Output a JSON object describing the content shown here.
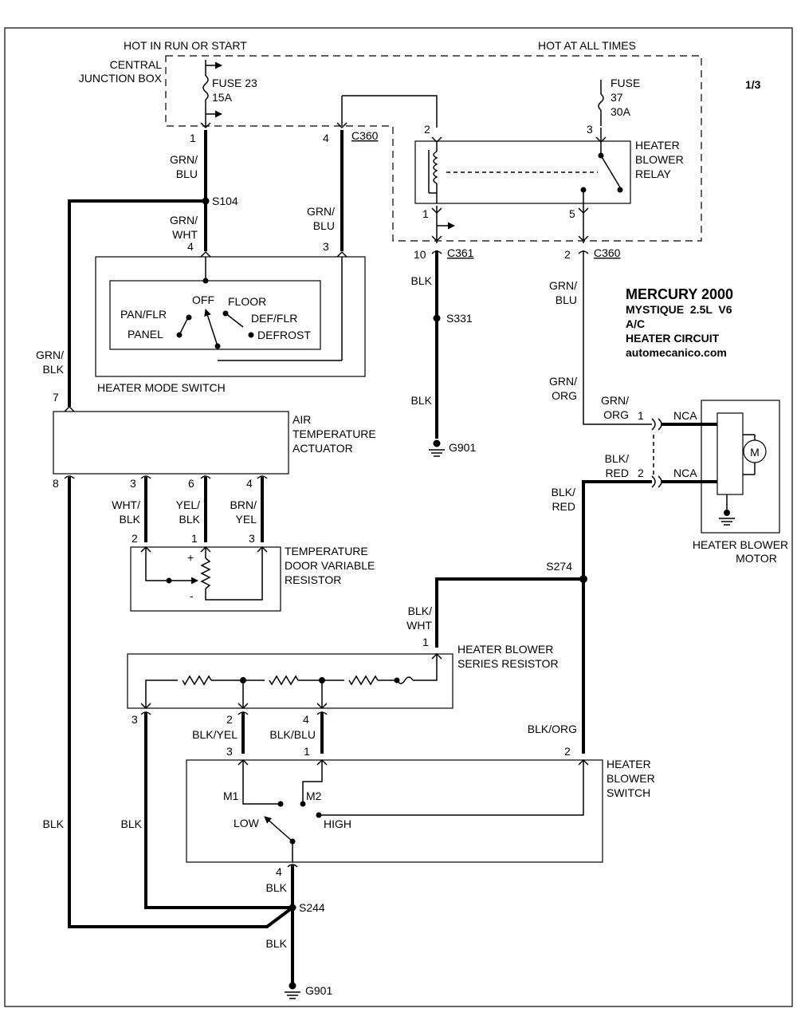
{
  "page_num": "1/3",
  "title": {
    "brand": "MERCURY 2000",
    "model": "MYSTIQUE  2.5L  V6",
    "system": "A/C",
    "circuit": "HEATER CIRCUIT",
    "website": "automecanico.com"
  },
  "power": {
    "hot_run_start": "HOT IN RUN OR START",
    "hot_all_times": "HOT AT ALL TIMES",
    "cjb_line1": "CENTRAL",
    "cjb_line2": "JUNCTION BOX",
    "fuse23_line1": "FUSE 23",
    "fuse23_line2": "15A",
    "fuse37_line1": "FUSE",
    "fuse37_line2": "37",
    "fuse37_line3": "30A"
  },
  "relay": {
    "line1": "HEATER",
    "line2": "BLOWER",
    "line3": "RELAY",
    "pin_2": "2",
    "pin_3": "3",
    "pin_1": "1",
    "pin_5": "5"
  },
  "connectors": {
    "c360_top": "C360",
    "c360_top_pin": "4",
    "cjb_pin1": "1",
    "c361": "C361",
    "c361_pin": "10",
    "c360_right": "C360",
    "c360_right_pin": "2"
  },
  "splices": {
    "s104": "S104",
    "s331": "S331",
    "s274": "S274",
    "s244": "S244"
  },
  "grounds": {
    "g901_a": "G901",
    "g901_b": "G901"
  },
  "wires": {
    "grn_blu_1a": "GRN/",
    "grn_blu_1b": "BLU",
    "grn_wht_a": "GRN/",
    "grn_wht_b": "WHT",
    "grn_blu_2a": "GRN/",
    "grn_blu_2b": "BLU",
    "blk_c361": "BLK",
    "blk_g901": "BLK",
    "grn_blu_3a": "GRN/",
    "grn_blu_3b": "BLU",
    "grn_org_1a": "GRN/",
    "grn_org_1b": "ORG",
    "grn_org_2a": "GRN/",
    "grn_org_2b": "ORG",
    "blk_red_1a": "BLK/",
    "blk_red_1b": "RED",
    "blk_red_2a": "BLK/",
    "blk_red_2b": "RED",
    "grn_blk_a": "GRN/",
    "grn_blk_b": "BLK",
    "wht_blk_a": "WHT/",
    "wht_blk_b": "BLK",
    "yel_blk_a": "YEL/",
    "yel_blk_b": "BLK",
    "brn_yel_a": "BRN/",
    "brn_yel_b": "YEL",
    "blk_wht_a": "BLK/",
    "blk_wht_b": "WHT",
    "blk_yel": "BLK/YEL",
    "blk_blu": "BLK/BLU",
    "blk_org": "BLK/ORG",
    "blk_left": "BLK",
    "blk_mid": "BLK",
    "blk_sw": "BLK",
    "blk_bottom": "BLK"
  },
  "mode_switch": {
    "name": "HEATER MODE SWITCH",
    "pin_4": "4",
    "pin_3": "3",
    "pan_flr": "PAN/FLR",
    "panel": "PANEL",
    "off": "OFF",
    "floor": "FLOOR",
    "def_flr": "DEF/FLR",
    "defrost": "DEFROST"
  },
  "actuator": {
    "line1": "AIR",
    "line2": "TEMPERATURE",
    "line3": "ACTUATOR",
    "pin_7": "7",
    "pin_8": "8",
    "pin_3": "3",
    "pin_6": "6",
    "pin_4": "4"
  },
  "temp_resistor": {
    "line1": "TEMPERATURE",
    "line2": "DOOR VARIABLE",
    "line3": "RESISTOR",
    "pin_2": "2",
    "pin_1": "1",
    "pin_3": "3",
    "plus": "+",
    "minus": "-"
  },
  "blower_motor": {
    "line1": "HEATER BLOWER",
    "line2": "MOTOR",
    "pin_1": "1",
    "pin_2": "2",
    "nca1": "NCA",
    "nca2": "NCA",
    "m": "M"
  },
  "series_resistor": {
    "line1": "HEATER BLOWER",
    "line2": "SERIES RESISTOR",
    "pin_1": "1",
    "pin_3": "3",
    "pin_2": "2",
    "pin_4": "4"
  },
  "blower_switch": {
    "line1": "HEATER",
    "line2": "BLOWER",
    "line3": "SWITCH",
    "pin_3": "3",
    "pin_1": "1",
    "pin_2": "2",
    "pin_4": "4",
    "m1": "M1",
    "m2": "M2",
    "low": "LOW",
    "high": "HIGH"
  }
}
